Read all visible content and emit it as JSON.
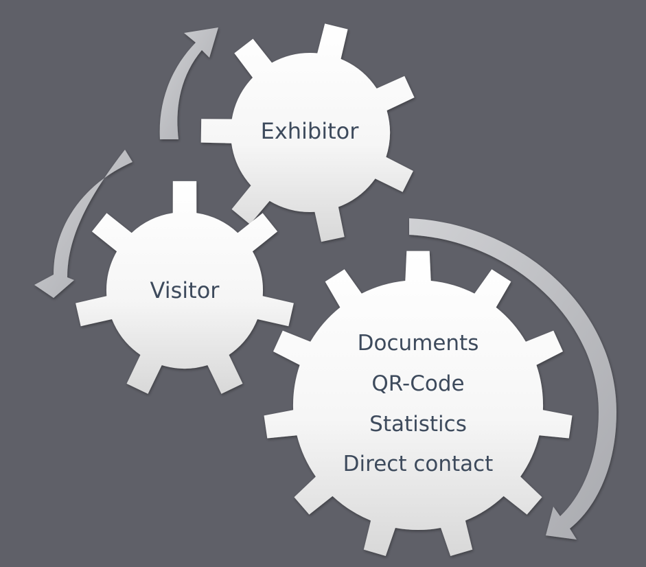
{
  "colors": {
    "background": "#5f6068",
    "gear_top": "#ffffff",
    "gear_bottom": "#dcdcdc",
    "arrow": "#b8b9bd",
    "text": "#3d4a5c"
  },
  "gears": {
    "exhibitor": {
      "label": "Exhibitor"
    },
    "visitor": {
      "label": "Visitor"
    },
    "features": {
      "items": [
        "Documents",
        "QR-Code",
        "Statistics",
        "Direct contact"
      ]
    }
  }
}
